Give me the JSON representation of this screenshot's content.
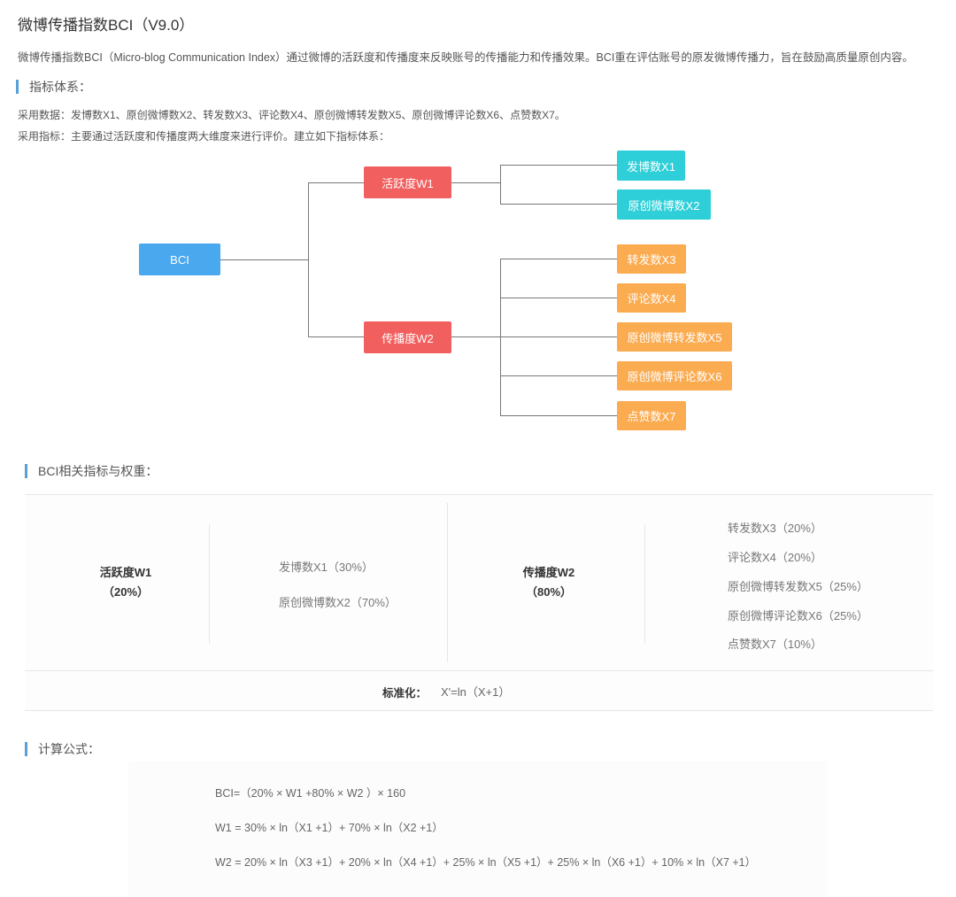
{
  "title": "微博传播指数BCI（V9.0）",
  "intro": "微博传播指数BCI（Micro-blog Communication Index）通过微博的活跃度和传播度来反映账号的传播能力和传播效果。BCI重在评估账号的原发微博传播力，旨在鼓励高质量原创内容。",
  "section_indicators": "指标体系：",
  "data_line": "采用数据：发博数X1、原创微博数X2、转发数X3、评论数X4、原创微博转发数X5、原创微博评论数X6、点赞数X7。",
  "indicator_line": "采用指标：主要通过活跃度和传播度两大维度来进行评价。建立如下指标体系：",
  "tree": {
    "root": "BCI",
    "w1": "活跃度W1",
    "w2": "传播度W2",
    "x1": "发博数X1",
    "x2": "原创微博数X2",
    "x3": "转发数X3",
    "x4": "评论数X4",
    "x5": "原创微博转发数X5",
    "x6": "原创微博评论数X6",
    "x7": "点赞数X7"
  },
  "colors": {
    "root": "#4aa8ee",
    "dimension": "#f25f5f",
    "w1_child": "#2ecfd8",
    "w2_child": "#fbab50",
    "section_bar": "#5aa0d8"
  },
  "section_weights": "BCI相关指标与权重：",
  "weights": {
    "w1_name": "活跃度W1",
    "w1_pct": "（20%）",
    "w1_items": [
      "发博数X1（30%）",
      "原创微博数X2（70%）"
    ],
    "w2_name": "传播度W2",
    "w2_pct": "（80%）",
    "w2_items": [
      "转发数X3（20%）",
      "评论数X4（20%）",
      "原创微博转发数X5（25%）",
      "原创微博评论数X6（25%）",
      "点赞数X7（10%）"
    ],
    "norm_label": "标准化：",
    "norm_formula": "X'=ln（X+1）"
  },
  "section_formula": "计算公式：",
  "formulas": [
    "BCI=（20% × W1 +80% × W2 ）× 160",
    "W1 = 30% × ln（X1 +1）+ 70% × ln（X2 +1）",
    "W2 = 20% × ln（X3 +1）+ 20% × ln（X4 +1）+ 25% × ln（X5 +1）+ 25% × ln（X6 +1）+ 10% × ln（X7 +1）"
  ]
}
